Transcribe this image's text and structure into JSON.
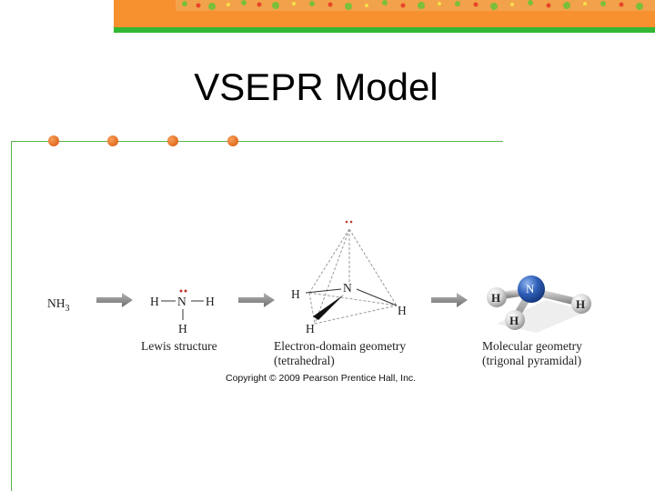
{
  "slide": {
    "title": "VSEPR Model"
  },
  "figure": {
    "molecule": "NH",
    "molecule_subscript": "3",
    "lewis": {
      "atom_central": "N",
      "atom_left": "H",
      "atom_right": "H",
      "atom_bottom": "H",
      "caption": "Lewis structure"
    },
    "electron_domain": {
      "atom_central": "N",
      "atom_left": "H",
      "atom_right": "H",
      "atom_front": "H",
      "caption_line1": "Electron-domain geometry",
      "caption_line2": "(tetrahedral)"
    },
    "molecular": {
      "atom_central": "N",
      "atom_left": "H",
      "atom_right": "H",
      "atom_bottom": "H",
      "caption_line1": "Molecular geometry",
      "caption_line2": "(trigonal pyramidal)"
    },
    "copyright": "Copyright © 2009 Pearson Prentice Hall, Inc."
  },
  "colors": {
    "banner": "#f7902f",
    "green_line": "#33b833",
    "rule": "#59b24a",
    "bullet": "#e36a1f",
    "nitrogen": "#2f5fb8",
    "hydrogen": "#d9d9d9",
    "arrow": "#8c8c8c"
  }
}
